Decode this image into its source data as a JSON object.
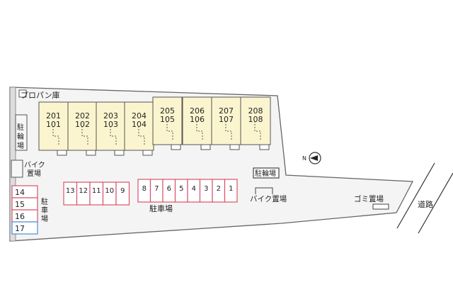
{
  "units": [
    {
      "upper": "201",
      "lower": "101"
    },
    {
      "upper": "202",
      "lower": "102"
    },
    {
      "upper": "203",
      "lower": "103"
    },
    {
      "upper": "204",
      "lower": "104"
    },
    {
      "upper": "205",
      "lower": "105"
    },
    {
      "upper": "206",
      "lower": "106"
    },
    {
      "upper": "207",
      "lower": "107"
    },
    {
      "upper": "208",
      "lower": "108"
    }
  ],
  "parking_row_left": [
    "13",
    "12",
    "11",
    "10",
    "9"
  ],
  "parking_row_right": [
    "8",
    "7",
    "6",
    "5",
    "4",
    "3",
    "2",
    "1"
  ],
  "parking_col_left": [
    "14",
    "15",
    "16",
    "17"
  ],
  "labels": {
    "propane": "プロパン庫",
    "bicycle_left": [
      "駐",
      "輪",
      "場"
    ],
    "bike_left": [
      "バイク",
      "置場"
    ],
    "parking_side": [
      "駐",
      "車",
      "場"
    ],
    "parking_center": "駐車場",
    "bicycle_right": "駐輪場",
    "bike_right": "バイク置場",
    "garbage": "ゴミ置場",
    "road": "道路"
  },
  "colors": {
    "building_fill": "#fbf5cf",
    "parking_stroke": "#d9546a",
    "special_stroke": "#4a8fd1",
    "site_fill": "#f4f4f4"
  },
  "icons": {
    "compass": "north-arrow-icon"
  }
}
